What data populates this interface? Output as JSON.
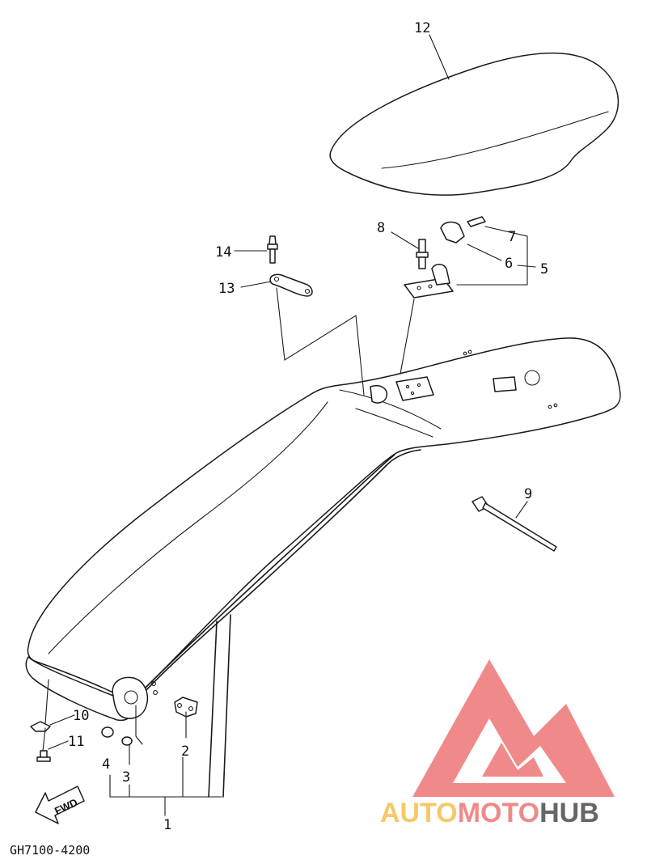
{
  "diagram": {
    "callouts": [
      {
        "id": "1",
        "text": "1"
      },
      {
        "id": "2",
        "text": "2"
      },
      {
        "id": "3",
        "text": "3"
      },
      {
        "id": "4",
        "text": "4"
      },
      {
        "id": "5",
        "text": "5"
      },
      {
        "id": "6",
        "text": "6"
      },
      {
        "id": "7",
        "text": "7"
      },
      {
        "id": "8",
        "text": "8"
      },
      {
        "id": "9",
        "text": "9"
      },
      {
        "id": "10",
        "text": "10"
      },
      {
        "id": "11",
        "text": "11"
      },
      {
        "id": "12",
        "text": "12"
      },
      {
        "id": "13",
        "text": "13"
      },
      {
        "id": "14",
        "text": "14"
      }
    ],
    "direction_label": "FWD",
    "drawing_code": "GH7100-4200"
  },
  "logo": {
    "word_part1": "AUTO",
    "word_part2": "MOTO",
    "word_part3": "HUB",
    "colors": {
      "triangle": "#f08a8a",
      "auto": "#f6c869",
      "moto": "#f08a8a",
      "hub": "#666666"
    }
  }
}
